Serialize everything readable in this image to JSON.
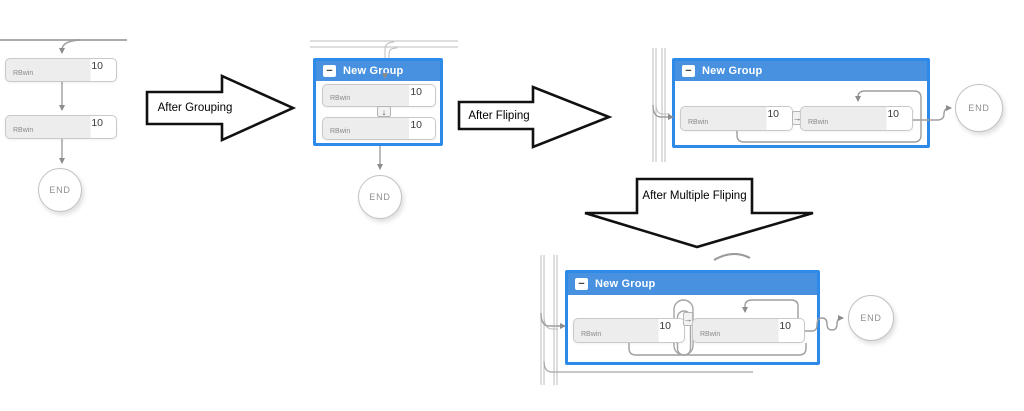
{
  "figure": {
    "stages": [
      {
        "name": "initial",
        "nodes": [
          {
            "label": "RBwin",
            "value": "10"
          },
          {
            "label": "RBwin",
            "value": "10"
          }
        ],
        "end_label": "END"
      },
      {
        "name": "after-grouping",
        "group_title": "New Group",
        "nodes": [
          {
            "label": "RBwin",
            "value": "10"
          },
          {
            "label": "RBwin",
            "value": "10"
          }
        ],
        "end_label": "END"
      },
      {
        "name": "after-fliping",
        "group_title": "New Group",
        "nodes": [
          {
            "label": "RBwin",
            "value": "10"
          },
          {
            "label": "RBwin",
            "value": "10"
          }
        ],
        "end_label": "END"
      },
      {
        "name": "after-multiple-fliping",
        "group_title": "New Group",
        "nodes": [
          {
            "label": "RBwin",
            "value": "10"
          },
          {
            "label": "RBwin",
            "value": "10"
          }
        ],
        "end_label": "END"
      }
    ],
    "transitions": [
      {
        "label": "After Grouping"
      },
      {
        "label": "After Fliping"
      },
      {
        "label": "After Multiple Fliping"
      }
    ]
  },
  "icons": {
    "collapse": "−",
    "down_connector": "↓",
    "right_connector": "→"
  },
  "colors": {
    "group_border": "#2e8ae8",
    "group_header": "#4791e0",
    "node_fill": "#ededed",
    "node_border": "#c9c9c9",
    "edge": "#9e9e9e",
    "rail": "#bdbdbd",
    "annotation_outline": "#111111"
  }
}
